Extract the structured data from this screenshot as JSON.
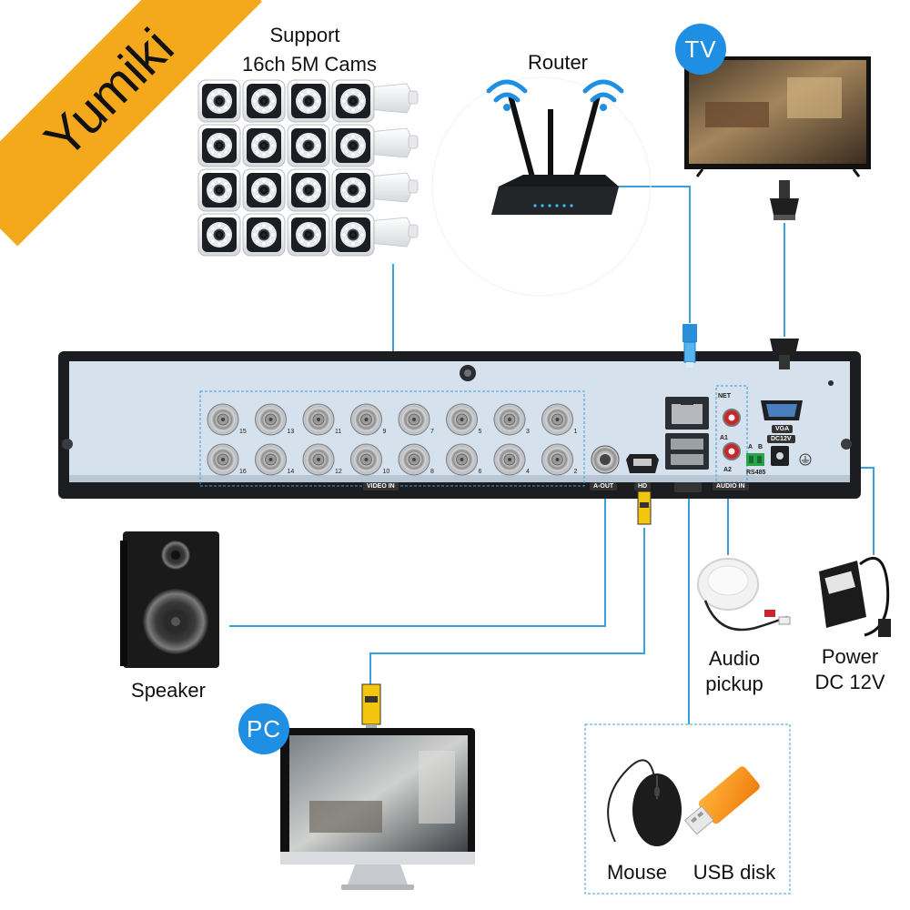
{
  "brand": "Yumiki",
  "labels": {
    "cams_line1": "Support",
    "cams_line2": "16ch 5M Cams",
    "router": "Router",
    "tv": "TV",
    "pc": "PC",
    "speaker": "Speaker",
    "audio_line1": "Audio",
    "audio_line2": "pickup",
    "power_line1": "Power",
    "power_line2": "DC 12V",
    "mouse": "Mouse",
    "usb": "USB disk"
  },
  "panel": {
    "video_in": "VIDEO IN",
    "a_out": "A-OUT",
    "hd": "HD",
    "net": "NET",
    "audio_in": "AUDIO IN",
    "a1": "A1",
    "a2": "A2",
    "vga": "VGA",
    "dc12v": "DC12V",
    "rs485": "RS485",
    "a": "A",
    "b": "B",
    "bnc_top": [
      "15",
      "13",
      "11",
      "9",
      "7",
      "5",
      "3",
      "1"
    ],
    "bnc_bottom": [
      "16",
      "14",
      "12",
      "10",
      "8",
      "6",
      "4",
      "2"
    ]
  },
  "colors": {
    "accent": "#1e8fe3",
    "brand_orange": "#f4a81c",
    "cable": "#3aa0de",
    "panel": "#cfdce9"
  }
}
